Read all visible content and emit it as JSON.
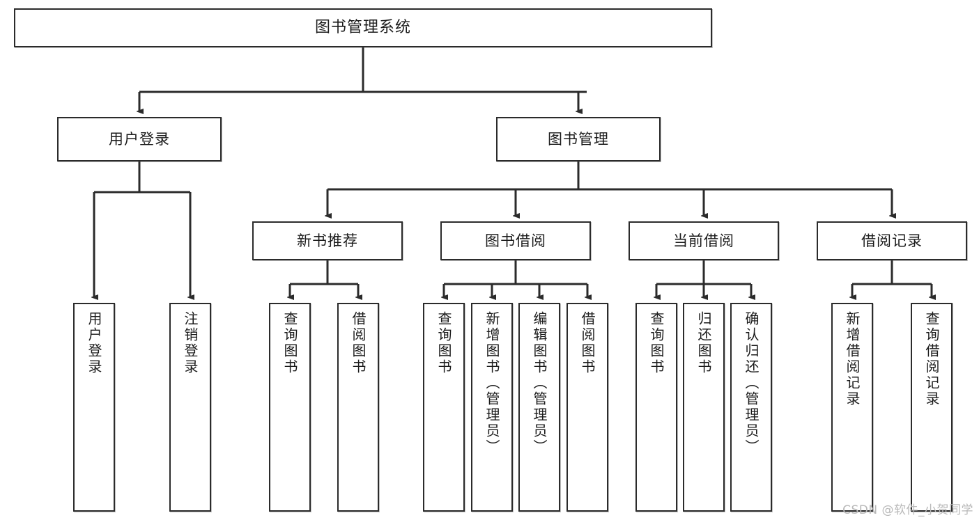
{
  "diagram": {
    "title": "图书管理系统",
    "type": "function-structure-tree",
    "colors": {
      "node_border": "#2b2b2b",
      "node_fill": "#ffffff",
      "edge": "#2b2b2b",
      "text": "#1a1a1a",
      "watermark": "#b9b9b9"
    },
    "watermark": "CSDN @软件_小贺同学",
    "levels": {
      "root": {
        "label": "图书管理系统"
      },
      "level2": [
        {
          "label": "用户登录"
        },
        {
          "label": "图书管理"
        }
      ],
      "level3": [
        {
          "label": "新书推荐"
        },
        {
          "label": "图书借阅"
        },
        {
          "label": "当前借阅"
        },
        {
          "label": "借阅记录"
        }
      ],
      "leaves": [
        {
          "label": "用户登录",
          "parent": "用户登录"
        },
        {
          "label": "注销登录",
          "parent": "用户登录"
        },
        {
          "label": "查询图书",
          "parent": "新书推荐"
        },
        {
          "label": "借阅图书",
          "parent": "新书推荐"
        },
        {
          "label": "查询图书",
          "parent": "图书借阅"
        },
        {
          "label": "新增图书（管理员）",
          "parent": "图书借阅"
        },
        {
          "label": "编辑图书（管理员）",
          "parent": "图书借阅"
        },
        {
          "label": "借阅图书",
          "parent": "图书借阅"
        },
        {
          "label": "查询图书",
          "parent": "当前借阅"
        },
        {
          "label": "归还图书",
          "parent": "当前借阅"
        },
        {
          "label": "确认归还（管理员）",
          "parent": "当前借阅"
        },
        {
          "label": "新增借阅记录",
          "parent": "借阅记录"
        },
        {
          "label": "查询借阅记录",
          "parent": "借阅记录"
        }
      ]
    }
  }
}
